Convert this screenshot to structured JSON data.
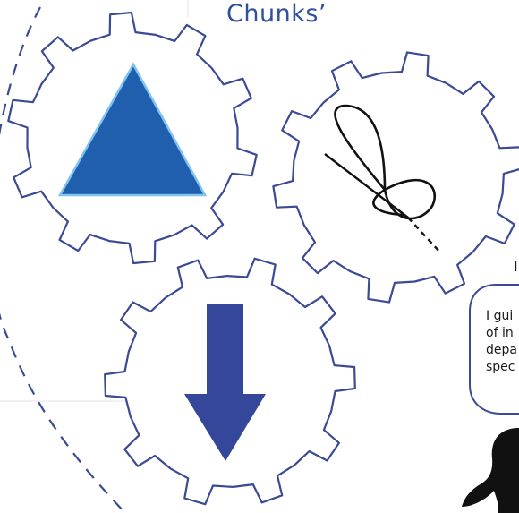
{
  "diagram": {
    "title": "Chunks’",
    "speech_bubble_lines": [
      "I gui",
      "of in",
      "depa",
      "spec"
    ],
    "partial_label": "I",
    "colors": {
      "gear_outline": "#3a4a94",
      "triangle_fill": "#1f5fae",
      "triangle_edge": "#7fc3ee",
      "arrow_fill": "#35479a",
      "title": "#2f4fa0"
    },
    "icons": [
      "gear-icon",
      "triangle-icon",
      "loop-curve-icon",
      "down-arrow-icon",
      "person-icon"
    ]
  }
}
